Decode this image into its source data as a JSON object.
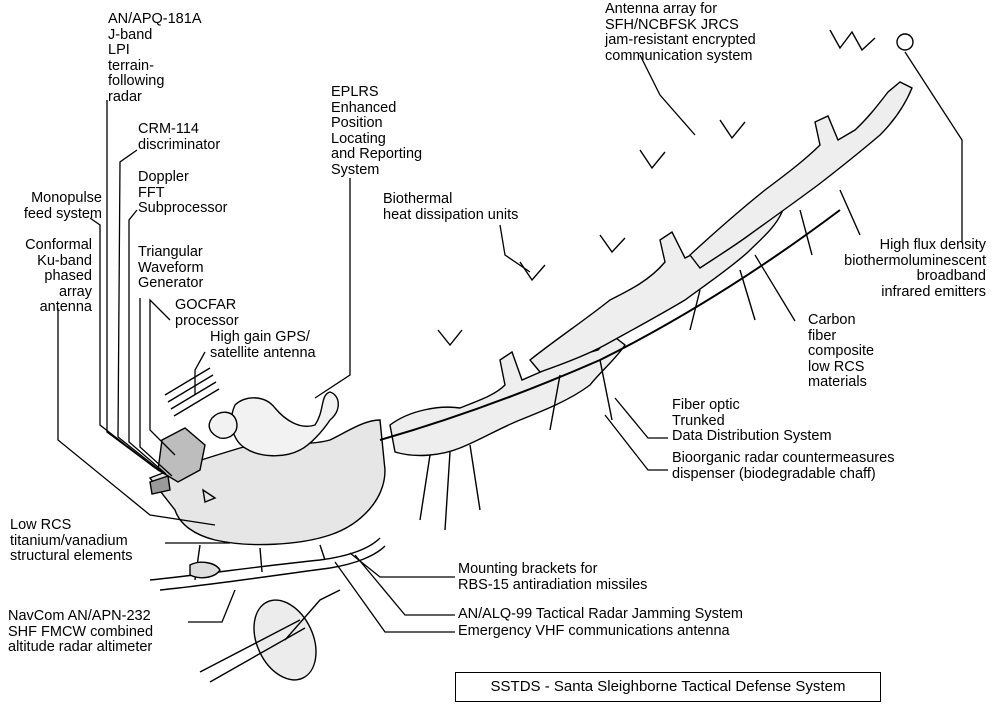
{
  "labels": {
    "apq181": "AN/APQ-181A\nJ-band\nLPI\nterrain-\nfollowing\nradar",
    "crm114": "CRM-114\ndiscriminator",
    "doppler": "Doppler\nFFT\nSubprocessor",
    "monopulse": "Monopulse\nfeed system",
    "conformal": "Conformal\nKu-band\nphased\narray\nantenna",
    "triangular": "Triangular\nWaveform\nGenerator",
    "gocfar": "GOCFAR\nprocessor",
    "gps": "High gain GPS/\nsatellite antenna",
    "eplrs": "EPLRS\nEnhanced\nPosition\nLocating\nand Reporting\nSystem",
    "biothermal": "Biothermal\nheat dissipation units",
    "jrcs": "Antenna array for\nSFH/NCBFSK JRCS\njam-resistant encrypted\ncommunication system",
    "emitters": "High flux density\nbiothermoluminescent\nbroadband\ninfrared emitters",
    "carbon": "Carbon\nfiber\ncomposite\nlow RCS\nmaterials",
    "fiber": "Fiber optic\nTrunked\nData Distribution System",
    "chaff": "Bioorganic radar countermeasures\ndispenser (biodegradable chaff)",
    "lowrcs": "Low RCS\ntitanium/vanadium\nstructural elements",
    "brackets": "Mounting brackets for\nRBS-15 antiradiation missiles",
    "navcom": "NavCom AN/APN-232\nSHF FMCW combined\naltitude radar altimeter",
    "alq99": "AN/ALQ-99 Tactical Radar Jamming System",
    "vhf": "Emergency VHF communications antenna"
  },
  "caption": "SSTDS - Santa Sleighborne Tactical Defense System"
}
